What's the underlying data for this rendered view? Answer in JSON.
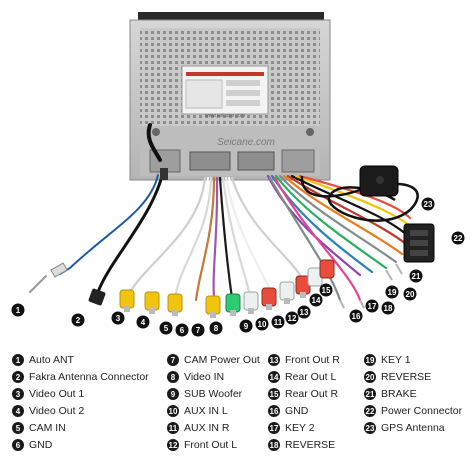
{
  "unit": {
    "brand_watermark": "Seicane.com",
    "label_url": "www.seicane.com"
  },
  "callouts": [
    {
      "num": "1"
    },
    {
      "num": "2"
    },
    {
      "num": "3"
    },
    {
      "num": "4"
    },
    {
      "num": "5"
    },
    {
      "num": "6"
    },
    {
      "num": "7"
    },
    {
      "num": "8"
    },
    {
      "num": "9"
    },
    {
      "num": "10"
    },
    {
      "num": "11"
    },
    {
      "num": "12"
    },
    {
      "num": "13"
    },
    {
      "num": "14"
    },
    {
      "num": "15"
    },
    {
      "num": "16"
    },
    {
      "num": "17"
    },
    {
      "num": "18"
    },
    {
      "num": "19"
    },
    {
      "num": "20"
    },
    {
      "num": "21"
    },
    {
      "num": "22"
    },
    {
      "num": "23"
    }
  ],
  "legend": [
    {
      "num": "1",
      "label": "Auto ANT"
    },
    {
      "num": "2",
      "label": "Fakra Antenna Connector"
    },
    {
      "num": "3",
      "label": "Video Out 1"
    },
    {
      "num": "4",
      "label": "Video Out 2"
    },
    {
      "num": "5",
      "label": "CAM IN"
    },
    {
      "num": "6",
      "label": "GND"
    },
    {
      "num": "7",
      "label": "CAM Power Out"
    },
    {
      "num": "8",
      "label": "Video IN"
    },
    {
      "num": "9",
      "label": "SUB Woofer"
    },
    {
      "num": "10",
      "label": "AUX IN L"
    },
    {
      "num": "11",
      "label": "AUX IN R"
    },
    {
      "num": "12",
      "label": "Front Out L"
    },
    {
      "num": "13",
      "label": "Front Out R"
    },
    {
      "num": "14",
      "label": "Rear Out L"
    },
    {
      "num": "15",
      "label": "Rear Out R"
    },
    {
      "num": "16",
      "label": "GND"
    },
    {
      "num": "17",
      "label": "KEY 2"
    },
    {
      "num": "18",
      "label": "REVERSE"
    },
    {
      "num": "19",
      "label": "KEY 1"
    },
    {
      "num": "20",
      "label": "REVERSE"
    },
    {
      "num": "21",
      "label": "BRAKE"
    },
    {
      "num": "22",
      "label": "Power Connector"
    },
    {
      "num": "23",
      "label": "GPS Antenna"
    }
  ]
}
